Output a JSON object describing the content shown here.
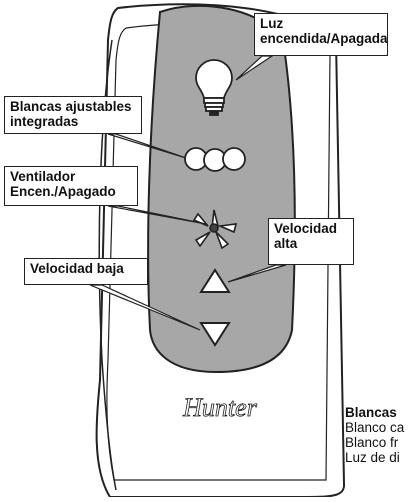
{
  "callouts": {
    "light": "Luz\nencendida/Apagada",
    "whites": "Blancas ajustables\nintegradas",
    "fan": "Ventilador\nEncen./Apagado",
    "speed_high": "Velocidad\nalta",
    "speed_low": "Velocidad baja"
  },
  "brand": "Hunter",
  "legend": {
    "title": "Blancas",
    "lines": [
      "Blanco ca",
      "Blanco fr",
      "Luz de di"
    ]
  },
  "colors": {
    "panel": "#a7a7a7",
    "body": "#ffffff",
    "outline": "#222222",
    "shadow": "#d8d8d8"
  },
  "icons": [
    "lightbulb-icon",
    "three-circles-icon",
    "fan-blades-icon",
    "up-triangle-icon",
    "down-triangle-icon"
  ]
}
